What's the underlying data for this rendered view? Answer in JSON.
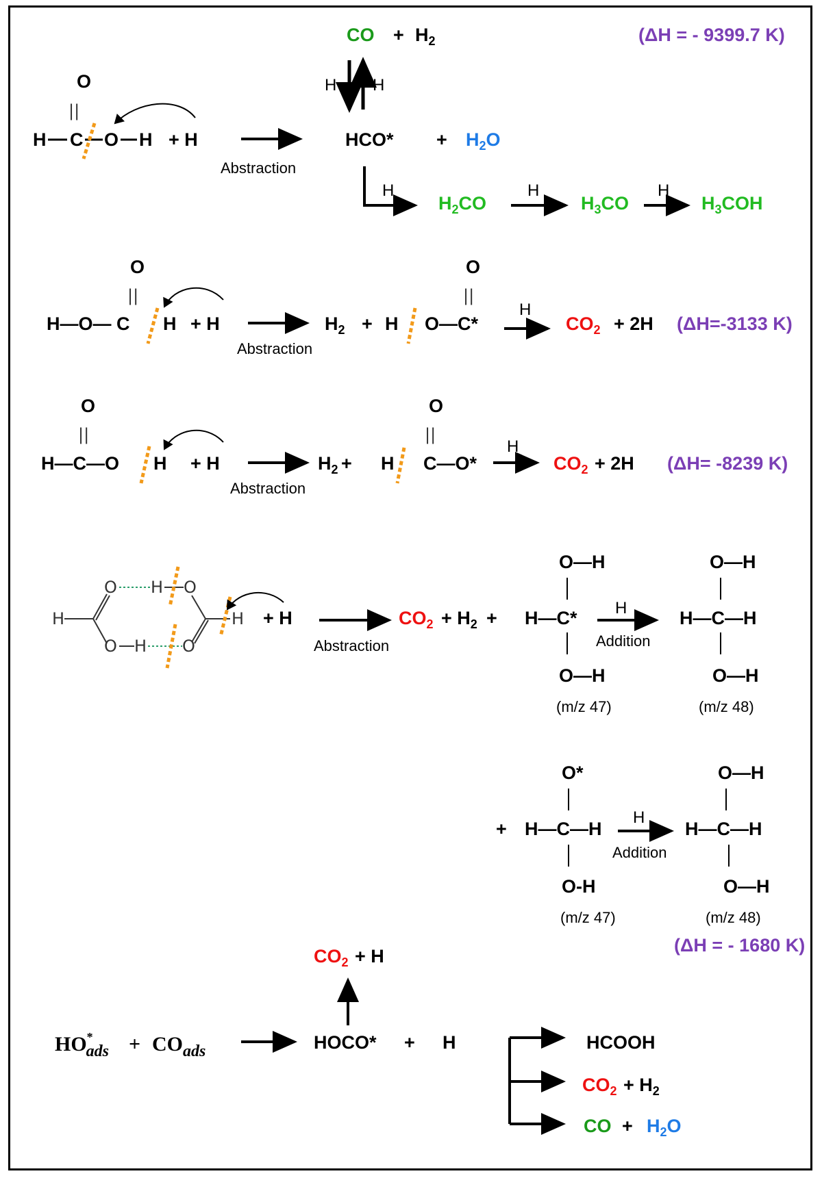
{
  "colors": {
    "green": "#22bb22",
    "darkgreen": "#1a9a1a",
    "blue": "#1e7be6",
    "red": "#ee1111",
    "purple": "#7b3fb5",
    "orange": "#f29a1a",
    "teal": "#2a9d6a"
  },
  "r1": {
    "O": "O",
    "bond_dbl": "||",
    "H1": "H",
    "C": "C",
    "O2": "O",
    "H2": "H",
    "plus_H": "+ H",
    "arrow_label": "Abstraction",
    "CO": "CO",
    "plus1": "+",
    "H2_base": "H",
    "H2_sub": "2",
    "dH": "(ΔH = - 9399.7 K)",
    "down_H": "H",
    "up_H": "H",
    "HCO": "HCO*",
    "plus2": "+",
    "H2O_H": "H",
    "H2O_sub": "2",
    "H2O_O": "O",
    "branch_H": "H",
    "H2CO_H": "H",
    "H2CO_sub": "2",
    "H2CO_rest": "CO",
    "a2_H": "H",
    "H3CO_H": "H",
    "H3CO_sub": "3",
    "H3CO_rest": "CO",
    "a3_H": "H",
    "H3COH_H": "H",
    "H3COH_sub": "3",
    "H3COH_rest": "COH"
  },
  "r2": {
    "O": "O",
    "bond": "||",
    "formula": "H—O— C",
    "H_end": "H",
    "plus_H": "+ H",
    "arrow_label": "Abstraction",
    "H2_base": "H",
    "H2_sub": "2",
    "plus": "+",
    "prod": "H",
    "prod2": "O—C*",
    "O2": "O",
    "bond2": "||",
    "arrow_H": "H",
    "CO2_base": "CO",
    "CO2_sub": "2",
    "plus2H": "+ 2H",
    "dH": "(ΔH=-3133 K)"
  },
  "r3": {
    "O": "O",
    "bond": "||",
    "formula": "H—C—O",
    "H_end": "H",
    "plus_H": "+ H",
    "arrow_label": "Abstraction",
    "H2_base": "H",
    "H2_sub": "2",
    "plus": "+",
    "prod": "H",
    "prod2": "C—O*",
    "O2": "O",
    "bond2": "||",
    "arrow_H": "H",
    "CO2_base": "CO",
    "CO2_sub": "2",
    "plus2H": "+  2H",
    "dH": "(ΔH= -8239 K)"
  },
  "r4": {
    "H": "H",
    "Oa": "O",
    "Ha": "H",
    "Ob": "O",
    "Oc": "O",
    "Hb": "H",
    "Od": "O",
    "Hr": "H",
    "plus_H": "+ H",
    "arrow_label": "Abstraction",
    "CO2_base": "CO",
    "CO2_sub": "2",
    "plus_H2": "+ H",
    "H2_sub": "2",
    "plus": "+",
    "topOH": "O—H",
    "mid": "H—C*",
    "botOH": "O—H",
    "mz1": "(m/z 47)",
    "add_H": "H",
    "add_label": "Addition",
    "p_topOH": "O—H",
    "p_mid": "H—C—H",
    "p_botOH": "O—H",
    "mz2": "(m/z 48)"
  },
  "r5": {
    "topO": "O*",
    "plus": "+",
    "mid": "H—C—H",
    "botOH": "O-H",
    "mz1": "(m/z 47)",
    "add_H": "H",
    "add_label": "Addition",
    "p_topOH": "O—H",
    "p_mid": "H—C—H",
    "p_botOH": "O—H",
    "mz2": "(m/z 48)",
    "dH": "(ΔH = - 1680 K)"
  },
  "r6": {
    "HO": "HO",
    "HO_sup": "*",
    "HO_sub": "ads",
    "plus": "+",
    "CO": "CO",
    "CO_sub": "ads",
    "HOCO": "HOCO*",
    "plus2": "+",
    "H": "H",
    "top_CO2": "CO",
    "top_sub": "2",
    "top_plusH": "+ H",
    "p1": "HCOOH",
    "p2_CO2": "CO",
    "p2_sub": "2",
    "p2_plus": "+ H",
    "p2_sub2": "2",
    "p3_CO": "CO",
    "p3_plus": "+",
    "p3_H": "H",
    "p3_sub": "2",
    "p3_O": "O"
  }
}
